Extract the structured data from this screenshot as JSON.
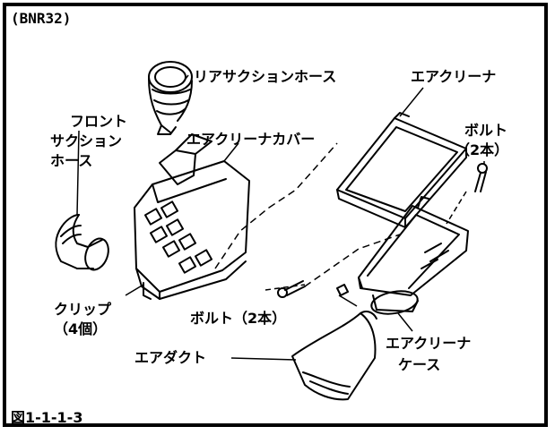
{
  "model": "(BNR32)",
  "figure_number": "図1-1-1-3",
  "labels": {
    "rear_suction_hose": "リアサクションホース",
    "front_suction_hose_1": "フロント",
    "front_suction_hose_2": "サクション",
    "front_suction_hose_3": "ホース",
    "air_cleaner_cover": "エアクリーナカバー",
    "air_cleaner": "エアクリーナ",
    "bolt_top_1": "ボルト",
    "bolt_top_2": "（2本）",
    "clip_1": "クリップ",
    "clip_2": "（4個）",
    "bolt_bottom": "ボルト（2本）",
    "air_duct": "エアダクト",
    "air_cleaner_case_1": "エアクリーナ",
    "air_cleaner_case_2": "ケース"
  },
  "colors": {
    "ink": "#000000",
    "paper": "#ffffff"
  }
}
